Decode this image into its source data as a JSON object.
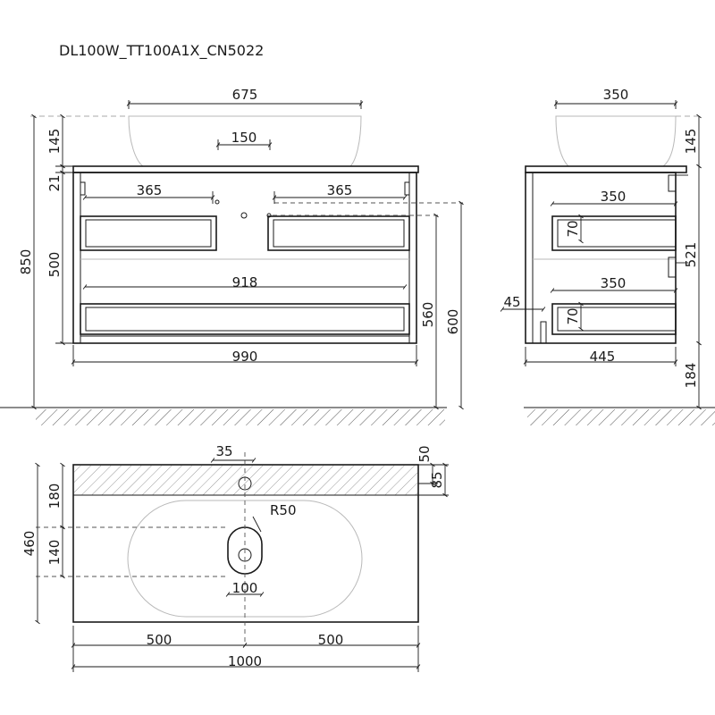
{
  "title": "DL100W_TT100A1X_CN5022",
  "front_view": {
    "basin_width": "675",
    "tap_hole_width": "150",
    "drawer_left_width": "365",
    "drawer_right_width": "365",
    "lower_drawer_width": "918",
    "cabinet_width": "990",
    "basin_height": "145",
    "top_thickness": "21",
    "cabinet_height": "500",
    "total_height": "850",
    "height_560": "560",
    "height_600": "600"
  },
  "side_view": {
    "basin_depth": "350",
    "basin_height": "145",
    "upper_drawer_depth": "350",
    "upper_drawer_height": "70",
    "lower_drawer_depth": "350",
    "lower_drawer_height": "70",
    "cabinet_depth": "445",
    "mount_height": "521",
    "offset_45": "45",
    "floor_gap": "184"
  },
  "plan_view": {
    "hole_offset": "35",
    "dim_50": "50",
    "dim_85": "85",
    "back_depth": "180",
    "basin_radius_label": "R50",
    "drain_depth": "140",
    "total_depth": "460",
    "drain_width": "100",
    "half_left": "500",
    "half_right": "500",
    "total_width": "1000"
  }
}
